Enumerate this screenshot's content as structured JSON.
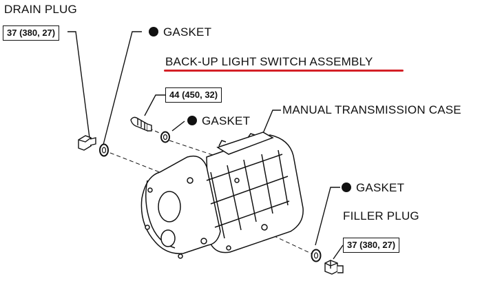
{
  "labels": {
    "drain_plug": "DRAIN PLUG",
    "gasket_top": "GASKET",
    "backup_switch": "BACK-UP LIGHT SWITCH ASSEMBLY",
    "gasket_mid": "GASKET",
    "transmission_case": "MANUAL TRANSMISSION CASE",
    "gasket_right": "GASKET",
    "filler_plug": "FILLER PLUG"
  },
  "torques": {
    "drain_plug": "37 (380, 27)",
    "backup_switch": "44 (450, 32)",
    "filler_plug": "37 (380, 27)"
  },
  "colors": {
    "highlight": "#d41f26",
    "ink": "#111111"
  }
}
